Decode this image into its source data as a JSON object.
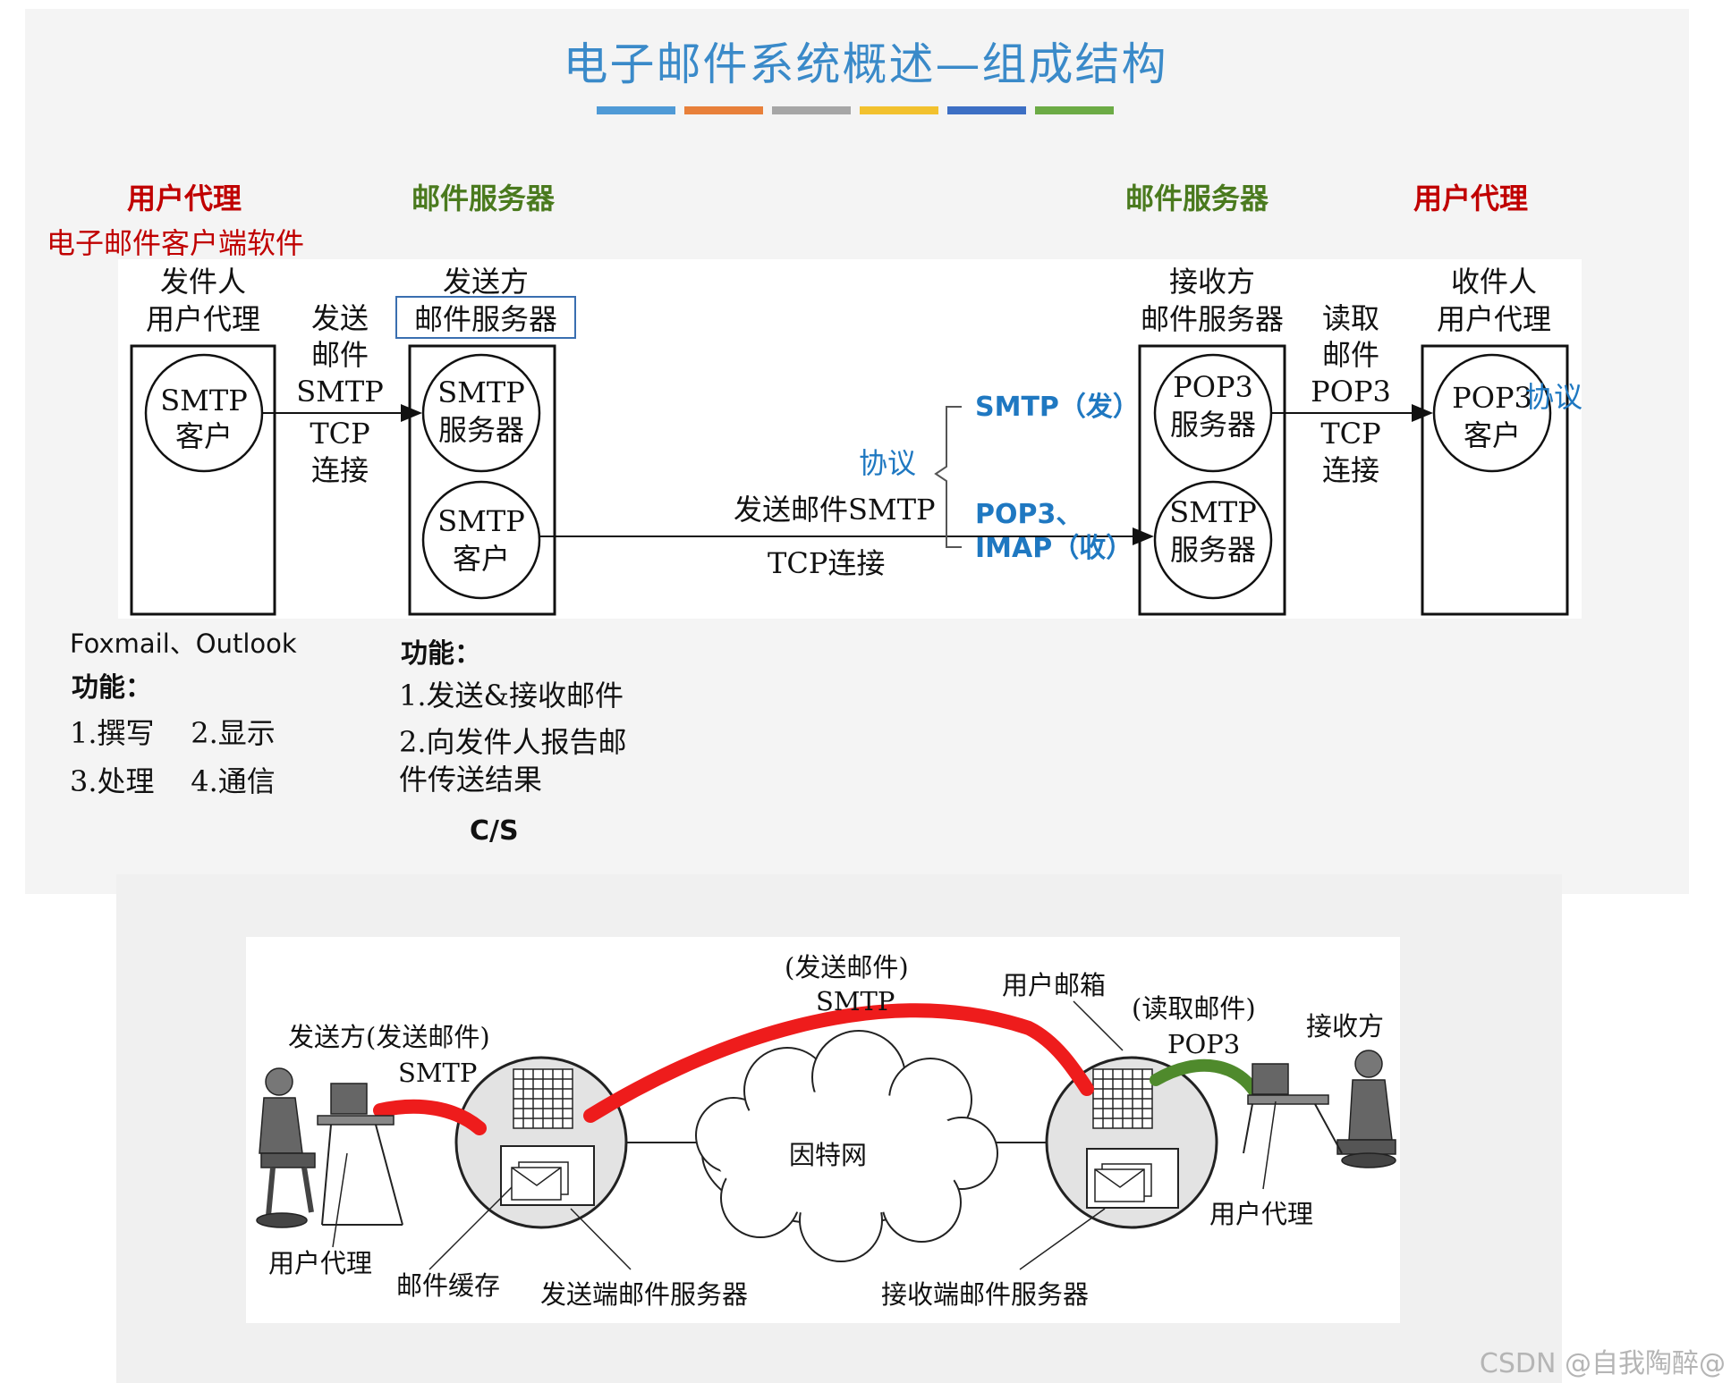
{
  "title": "电子邮件系统概述—组成结构",
  "title_bar_colors": [
    "#4f9ad6",
    "#e8803a",
    "#a6a6a6",
    "#f2c12e",
    "#3d6fc4",
    "#6cab45"
  ],
  "headers": {
    "left_user_agent": "用户代理",
    "left_client_software": "电子邮件客户端软件",
    "left_mail_server": "邮件服务器",
    "right_mail_server": "邮件服务器",
    "right_user_agent": "用户代理"
  },
  "top_diagram": {
    "sender_ua_label": [
      "发件人",
      "用户代理"
    ],
    "smtp_client_1": [
      "SMTP",
      "客户"
    ],
    "send_mail_label": [
      "发送",
      "邮件",
      "SMTP",
      "TCP",
      "连接"
    ],
    "sender_server_label": [
      "发送方",
      "邮件服务器"
    ],
    "smtp_server_1": [
      "SMTP",
      "服务器"
    ],
    "smtp_client_2": [
      "SMTP",
      "客户"
    ],
    "middle_send": "发送邮件SMTP",
    "middle_tcp": "TCP连接",
    "protocol_label": "协议",
    "protocol_smtp": "SMTP（发）",
    "protocol_pop3": "POP3、",
    "protocol_imap": "IMAP（收）",
    "receiver_server_label": [
      "接收方",
      "邮件服务器"
    ],
    "pop3_server": [
      "POP3",
      "服务器"
    ],
    "smtp_server_2": [
      "SMTP",
      "服务器"
    ],
    "read_mail_label": [
      "读取",
      "邮件",
      "POP3",
      "TCP",
      "连接"
    ],
    "receiver_ua_label": [
      "收件人",
      "用户代理"
    ],
    "pop3_client": [
      "POP3",
      "客户"
    ],
    "protocol_right": "协议"
  },
  "notes_left": {
    "apps": "Foxmail、Outlook",
    "func_title": "功能：",
    "line1": "1.撰写    2.显示",
    "line2": "3.处理    4.通信"
  },
  "notes_middle": {
    "func_title": "功能：",
    "line1": "1.发送&接收邮件",
    "line2": "2.向发件人报告邮",
    "line3": "件传送结果",
    "cs": "C/S"
  },
  "bottom_diagram": {
    "sender_label": "发送方(发送邮件)",
    "sender_smtp": "SMTP",
    "top_send": "(发送邮件)",
    "top_smtp": "SMTP",
    "mailbox": "用户邮箱",
    "read_mail": "(读取邮件)",
    "read_pop3": "POP3",
    "receiver": "接收方",
    "internet": "因特网",
    "user_agent_left": "用户代理",
    "mail_cache": "邮件缓存",
    "sending_server": "发送端邮件服务器",
    "receiving_server": "接收端邮件服务器",
    "user_agent_right": "用户代理"
  },
  "watermark_text": "CSDN @自我陶醉@"
}
